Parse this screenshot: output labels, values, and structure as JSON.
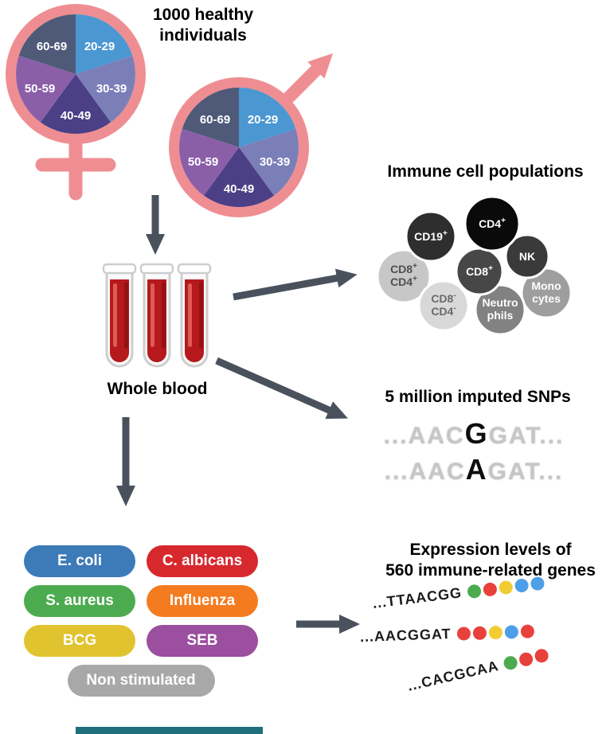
{
  "palette": {
    "arrow": "#49525c",
    "pink": "#ef8e92",
    "blood": "#b5191c",
    "blood_dark": "#8e1013",
    "blood_light": "#e2625c",
    "cropped_bar": "#20707c"
  },
  "cohort": {
    "title_line1": "1000 healthy",
    "title_line2": "individuals",
    "slices": [
      {
        "label": "20-29",
        "color": "#4a97d2"
      },
      {
        "label": "30-39",
        "color": "#7b7fb8"
      },
      {
        "label": "40-49",
        "color": "#4b3f86"
      },
      {
        "label": "50-59",
        "color": "#8a5fa8"
      },
      {
        "label": "60-69",
        "color": "#4e5a78"
      }
    ]
  },
  "blood": {
    "label": "Whole blood"
  },
  "immune": {
    "title": "Immune cell populations",
    "cells": [
      {
        "l1": "CD4",
        "s1": "+",
        "l2": "",
        "s2": "",
        "fill": "#0a0a0a",
        "text": "#ffffff"
      },
      {
        "l1": "CD19",
        "s1": "+",
        "l2": "",
        "s2": "",
        "fill": "#2e2e2e",
        "text": "#ffffff"
      },
      {
        "l1": "NK",
        "s1": "",
        "l2": "",
        "s2": "",
        "fill": "#3a3a3a",
        "text": "#ffffff"
      },
      {
        "l1": "CD8",
        "s1": "+",
        "l2": "",
        "s2": "",
        "fill": "#474747",
        "text": "#ffffff"
      },
      {
        "l1": "CD8",
        "s1": "+",
        "l2": "CD4",
        "s2": "+",
        "fill": "#c7c7c7",
        "text": "#4f4f4f"
      },
      {
        "l1": "CD8",
        "s1": "-",
        "l2": "CD4",
        "s2": "-",
        "fill": "#d8d8d8",
        "text": "#6b6b6b"
      },
      {
        "l1": "Mono",
        "s1": "",
        "l2": "cytes",
        "s2": "",
        "fill": "#9e9e9e",
        "text": "#ffffff"
      },
      {
        "l1": "Neutro",
        "s1": "",
        "l2": "phils",
        "s2": "",
        "fill": "#828282",
        "text": "#ffffff"
      }
    ]
  },
  "snps": {
    "title": "5 million imputed SNPs",
    "rows": [
      {
        "pre": "...AAC",
        "variant": "G",
        "post": "GAT..."
      },
      {
        "pre": "...AAC",
        "variant": "A",
        "post": "GAT..."
      }
    ]
  },
  "stimuli": [
    {
      "label": "E. coli",
      "color": "#3d7ab8"
    },
    {
      "label": "C. albicans",
      "color": "#d7282e"
    },
    {
      "label": "S. aureus",
      "color": "#4cab4f"
    },
    {
      "label": "Influenza",
      "color": "#f47b20"
    },
    {
      "label": "BCG",
      "color": "#e0c32e"
    },
    {
      "label": "SEB",
      "color": "#9c4e9f"
    },
    {
      "label": "Non stimulated",
      "color": "#a8a8a8"
    }
  ],
  "expression": {
    "title_line1": "Expression levels of",
    "title_line2": "560 immune-related genes",
    "rows": [
      {
        "seq": "...TTAACGG",
        "dots": [
          "#4cab4f",
          "#e8413c",
          "#f0cd32",
          "#4d9fe8",
          "#4d9fe8"
        ]
      },
      {
        "seq": "...AACGGAT",
        "dots": [
          "#e8413c",
          "#e8413c",
          "#f0cd32",
          "#4d9fe8",
          "#e8413c"
        ]
      },
      {
        "seq": "...CACGCAA",
        "dots": [
          "#4cab4f",
          "#e8413c",
          "#e8413c"
        ]
      }
    ]
  }
}
